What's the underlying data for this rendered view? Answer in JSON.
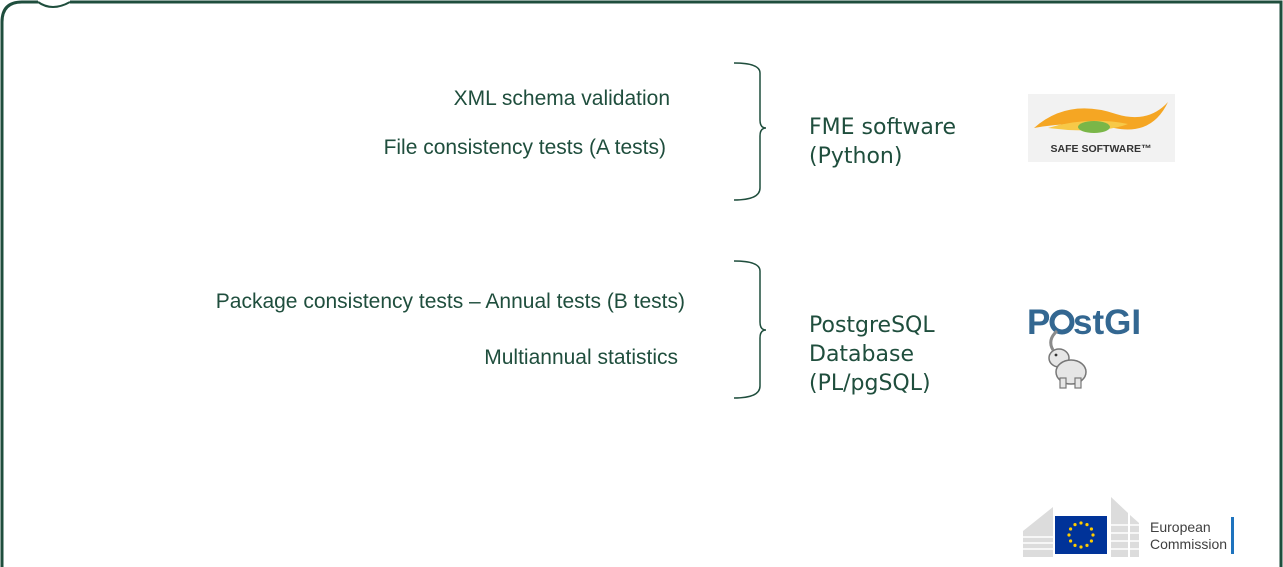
{
  "group1": {
    "tests": [
      "XML schema validation",
      "File consistency tests (A tests)"
    ],
    "tool_lines": [
      "FME software",
      "(Python)"
    ],
    "logo_text": "SAFE SOFTWARE™"
  },
  "group2": {
    "tests": [
      "Package consistency tests – Annual tests (B tests)",
      "Multiannual statistics"
    ],
    "tool_lines": [
      "PostgreSQL",
      "Database",
      "(PL/pgSQL)"
    ],
    "logo_text_a": "P",
    "logo_text_b": "stGIS"
  },
  "footer": {
    "org_line1": "European",
    "org_line2": "Commission"
  },
  "colors": {
    "frame": "#1f4e3d",
    "text": "#1f4e3d",
    "postgis_blue": "#336791",
    "ec_blue": "#004494",
    "eu_flag": "#003399",
    "eu_star": "#ffcc00"
  }
}
